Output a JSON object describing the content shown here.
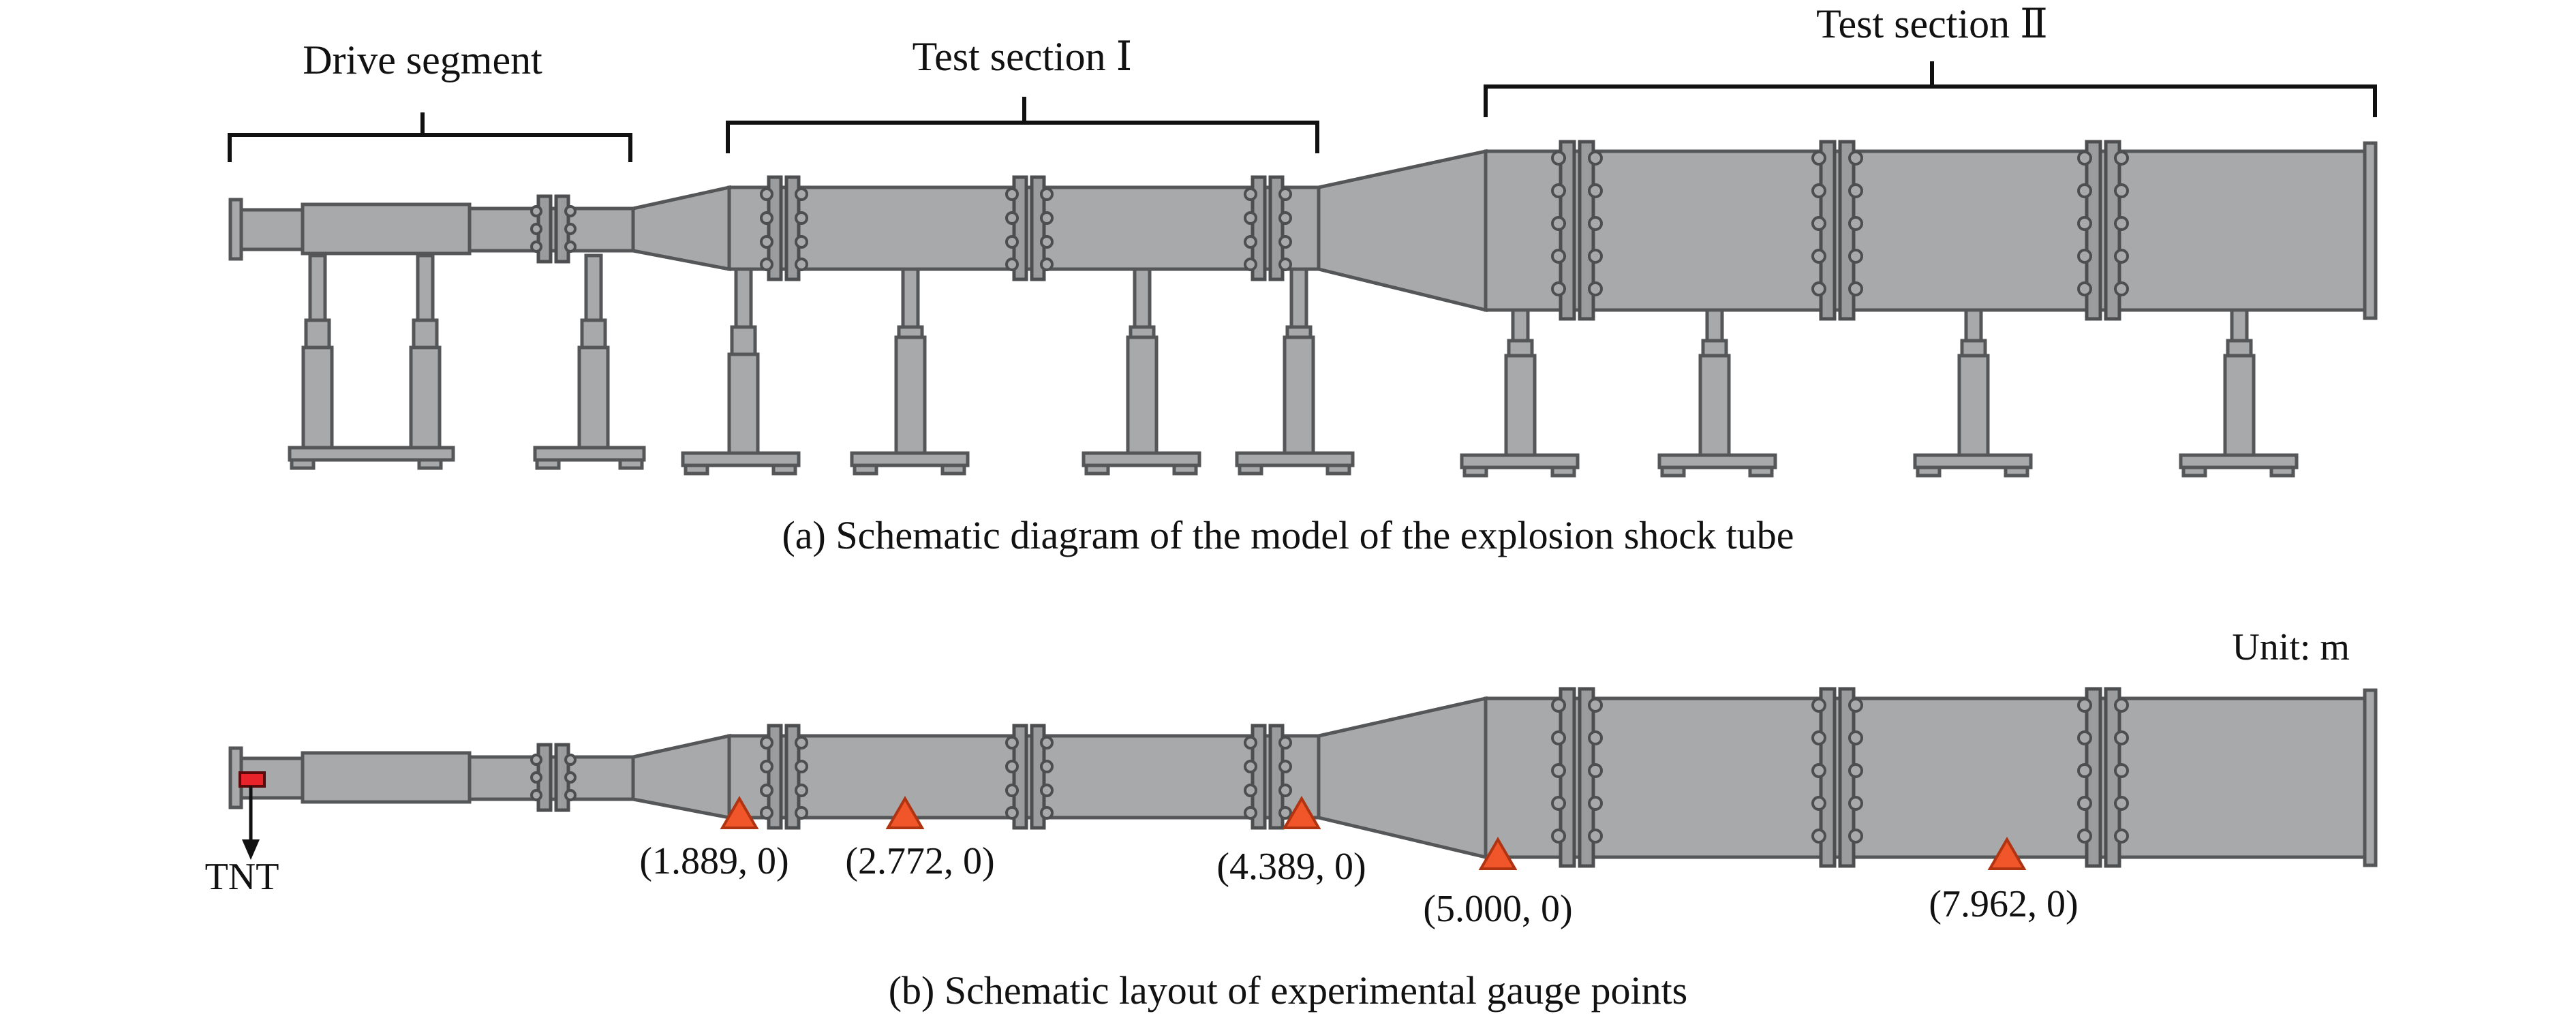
{
  "sections": {
    "drive": "Drive segment",
    "test1": "Test section Ⅰ",
    "test2": "Test section Ⅱ"
  },
  "captions": {
    "a": "(a) Schematic diagram of the model of the explosion shock tube",
    "b": "(b) Schematic layout of experimental gauge points"
  },
  "unit": "Unit: m",
  "charge": {
    "label": "TNT",
    "color": "#e8242a"
  },
  "gauges": [
    {
      "id": "g1",
      "label": "(1.889, 0)",
      "x": 1.889,
      "y": 0
    },
    {
      "id": "g2",
      "label": "(2.772, 0)",
      "x": 2.772,
      "y": 0
    },
    {
      "id": "g3",
      "label": "(4.389, 0)",
      "x": 4.389,
      "y": 0
    },
    {
      "id": "g4",
      "label": "(5.000, 0)",
      "x": 5.0,
      "y": 0
    },
    {
      "id": "g5",
      "label": "(7.962, 0)",
      "x": 7.962,
      "y": 0
    }
  ],
  "colors": {
    "tube": "#a7a9ab",
    "outline": "#545658",
    "gauge_fill": "#f0562a",
    "gauge_stroke": "#b03412"
  }
}
